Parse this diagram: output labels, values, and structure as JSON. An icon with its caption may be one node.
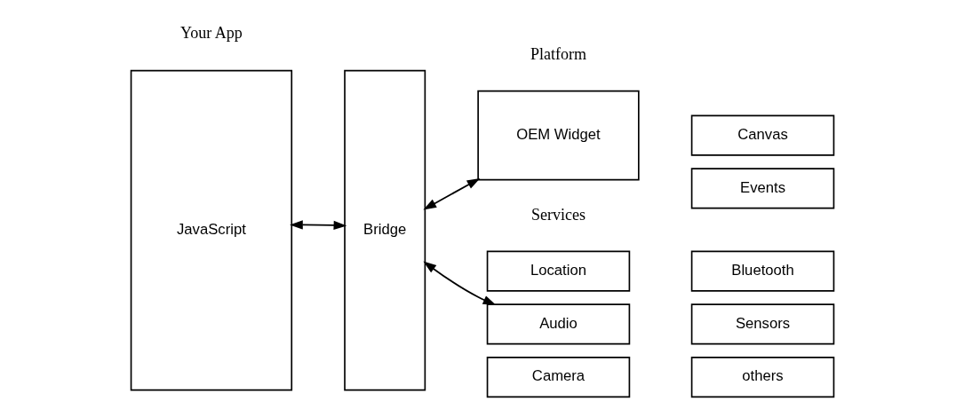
{
  "diagram": {
    "nodes": [
      {
        "text": [
          "JavaScript"
        ]
      },
      {
        "text": [
          "Bridge"
        ]
      },
      {
        "text": [
          "OEM Widget"
        ]
      },
      {
        "text": [
          "Canvas"
        ]
      },
      {
        "text": [
          "Events"
        ]
      },
      {
        "text": [
          "Location"
        ]
      },
      {
        "text": [
          "Bluetooth"
        ]
      },
      {
        "text": [
          "Audio"
        ]
      },
      {
        "text": [
          "Sensors"
        ]
      },
      {
        "text": [
          "Camera"
        ]
      },
      {
        "text": [
          "others"
        ]
      }
    ],
    "edges": [
      {
        "from": 0,
        "to": 1,
        "arrow": "both"
      },
      {
        "from": 1,
        "to": 2,
        "arrow": "both"
      },
      {
        "from": 1,
        "to": 7,
        "arrow": "both"
      }
    ],
    "labels": [
      "Your App",
      "Platform",
      "Services"
    ]
  }
}
